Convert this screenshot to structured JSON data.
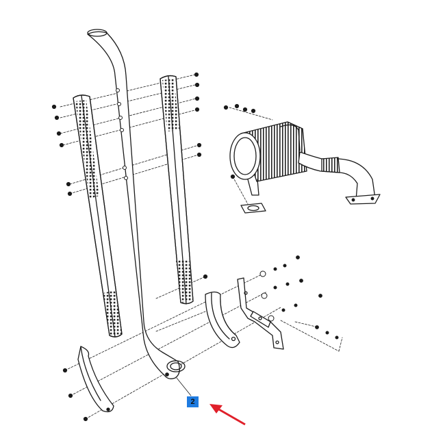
{
  "callout": {
    "number": "2",
    "color": "#1e7be0"
  },
  "pointer_arrow": {
    "color": "#e0202a"
  },
  "line_color": "#1a1a1a",
  "parts": {
    "exhaust_stack_pipe": "exhaust-pipe",
    "left_heat_shield": "perforated-heat-shield",
    "right_heat_shield": "perforated-heat-shield",
    "muffler": "muffler",
    "elbow_pipe": "elbow-pipe",
    "gasket": "gasket",
    "lower_left_shield": "lower-shield",
    "mounting_bracket": "mounting-bracket",
    "curved_strap": "curved-strap"
  }
}
